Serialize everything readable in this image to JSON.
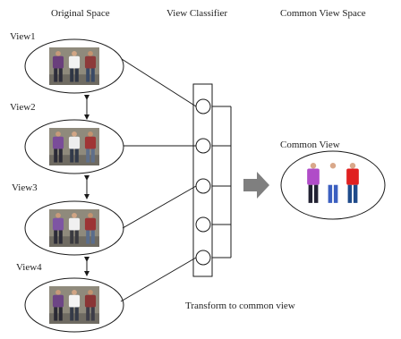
{
  "headers": {
    "original": "Original Space",
    "classifier": "View Classifier",
    "common_space": "Common View Space"
  },
  "views": [
    {
      "label": "View1",
      "people": [
        {
          "shirt": "#6a3f7c",
          "pants": "#2e2e3a",
          "skin": "#c89a7a"
        },
        {
          "shirt": "#f2f2f2",
          "pants": "#2f3645",
          "skin": "#d1a585"
        },
        {
          "shirt": "#8d3a3a",
          "pants": "#3a4a66",
          "skin": "#c4936f"
        }
      ]
    },
    {
      "label": "View2",
      "people": [
        {
          "shirt": "#7a4c99",
          "pants": "#2b2b36",
          "skin": "#c89a7a"
        },
        {
          "shirt": "#eeeeee",
          "pants": "#323a4a",
          "skin": "#d1a585"
        },
        {
          "shirt": "#a03535",
          "pants": "#5f6f8a",
          "skin": "#c4936f"
        }
      ]
    },
    {
      "label": "View3",
      "people": [
        {
          "shirt": "#7e55a3",
          "pants": "#2c2c38",
          "skin": "#c89a7a"
        },
        {
          "shirt": "#f0f0f0",
          "pants": "#3a3a40",
          "skin": "#d1a585"
        },
        {
          "shirt": "#9c3434",
          "pants": "#5a6d8c",
          "skin": "#c4936f"
        }
      ]
    },
    {
      "label": "View4",
      "people": [
        {
          "shirt": "#6d4585",
          "pants": "#2a2a34",
          "skin": "#c89a7a"
        },
        {
          "shirt": "#f4f4f4",
          "pants": "#353b48",
          "skin": "#d1a585"
        },
        {
          "shirt": "#8a3535",
          "pants": "#3d3d48",
          "skin": "#c4936f"
        }
      ]
    }
  ],
  "common_view": {
    "label": "Common View",
    "people": [
      {
        "shirt": "#b04cc8",
        "pants": "#222233",
        "skin": "#d9a88a"
      },
      {
        "shirt": "#ffffff",
        "pants": "#3b5fc0",
        "skin": "#d9a88a"
      },
      {
        "shirt": "#e02020",
        "pants": "#1e4a8a",
        "skin": "#d9a88a"
      }
    ]
  },
  "transform_label": "Transform to common view",
  "colors": {
    "line": "#1a1a1a",
    "arrow": "#7f7f7f"
  }
}
